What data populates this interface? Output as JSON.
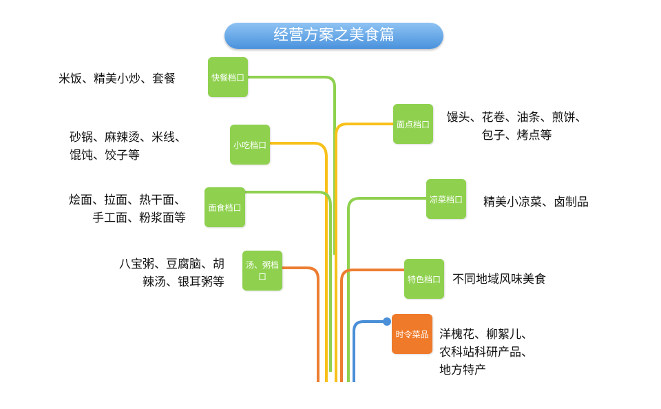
{
  "title": "经营方案之美食篇",
  "colors": {
    "green": "#8fd14f",
    "yellow": "#f8c11a",
    "orange": "#ec7d31",
    "blue": "#4a8fd8",
    "title_blue": "#4a92dd",
    "box_green": "#8fd14f",
    "box_orange": "#ef7a2a"
  },
  "stalls": [
    {
      "id": "kuaican",
      "label": "快餐档口",
      "desc_lines": [
        "米饭、精美小炒、套餐"
      ],
      "side": "left",
      "line_color": "green"
    },
    {
      "id": "xiaochi",
      "label": "小吃档口",
      "desc_lines": [
        "砂锅、麻辣烫、米线、",
        "馄饨、饺子等"
      ],
      "side": "left",
      "line_color": "yellow"
    },
    {
      "id": "mianshi",
      "label": "面食档口",
      "desc_lines": [
        "烩面、拉面、热干面、",
        "手工面、粉浆面等"
      ],
      "side": "left",
      "line_color": "green"
    },
    {
      "id": "tangzhou",
      "label": "汤、粥档口",
      "desc_lines": [
        "八宝粥、豆腐脑、胡",
        "辣汤、银耳粥等"
      ],
      "side": "left",
      "line_color": "orange"
    },
    {
      "id": "miandian",
      "label": "面点档口",
      "desc_lines": [
        "馒头、花卷、油条、煎饼、",
        "包子、烤点等"
      ],
      "side": "right",
      "line_color": "yellow"
    },
    {
      "id": "liangcai",
      "label": "凉菜档口",
      "desc_lines": [
        "精美小凉菜、卤制品"
      ],
      "side": "right",
      "line_color": "green"
    },
    {
      "id": "tese",
      "label": "特色档口",
      "desc_lines": [
        "不同地域风味美食"
      ],
      "side": "right",
      "line_color": "orange"
    },
    {
      "id": "shiling",
      "label": "时令菜品",
      "desc_lines": [
        "洋槐花、柳絮儿、",
        "农科站科研产品、",
        "地方特产"
      ],
      "side": "right",
      "line_color": "blue"
    }
  ]
}
